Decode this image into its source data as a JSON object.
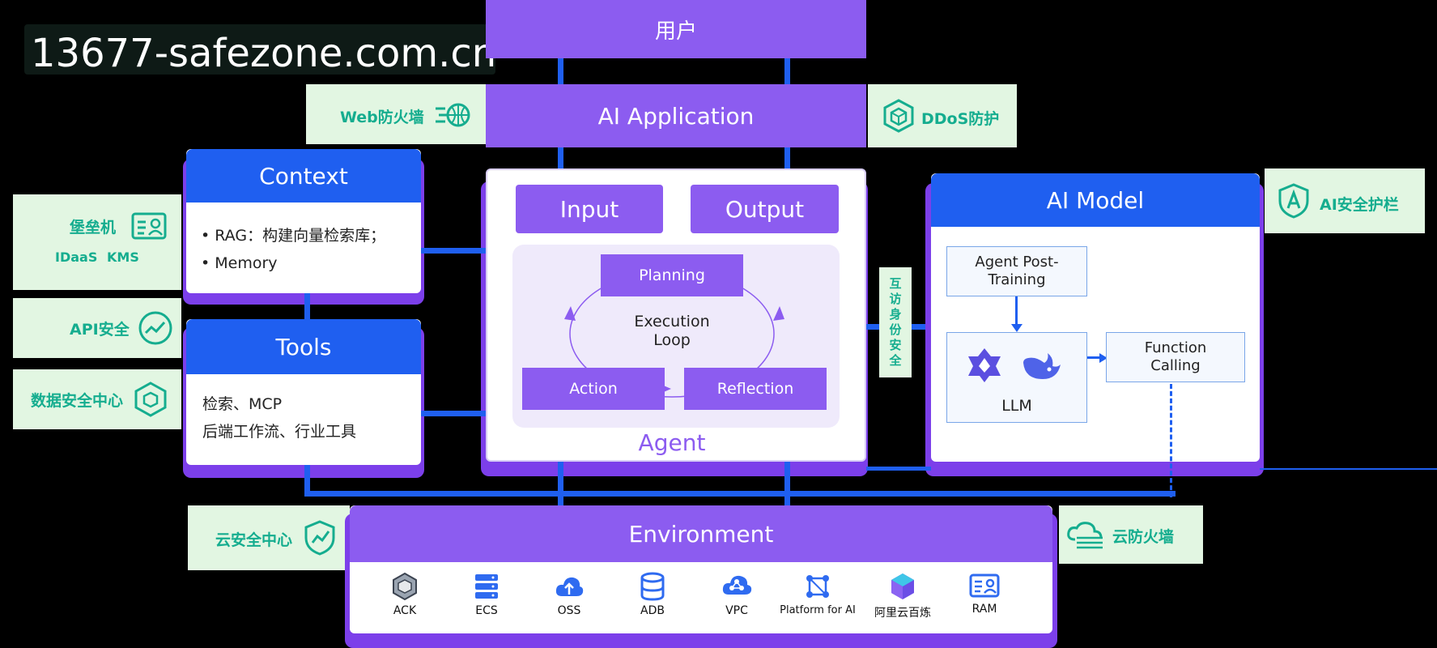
{
  "watermark": "13677-safezone.com.cn",
  "user": "用户",
  "ai_application": "AI Application",
  "waf": "Web防火墙",
  "ddos": "DDoS防护",
  "context": {
    "title": "Context",
    "items": [
      "RAG：构建向量检索库；",
      "Memory"
    ]
  },
  "tools": {
    "title": "Tools",
    "items": [
      "检索、MCP",
      "后端工作流、行业工具"
    ]
  },
  "left_badges": {
    "bastion": "堡垒机",
    "idaas": "IDaaS",
    "kms": "KMS",
    "api_security": "API安全",
    "data_security": "数据安全中心"
  },
  "agent": {
    "input": "Input",
    "output": "Output",
    "planning": "Planning",
    "execution_loop_1": "Execution",
    "execution_loop_2": "Loop",
    "action": "Action",
    "reflection": "Reflection",
    "label": "Agent"
  },
  "mutual_auth": [
    "互",
    "访",
    "身",
    "份",
    "安",
    "全"
  ],
  "ai_model": {
    "title": "AI Model",
    "post_training_1": "Agent Post-",
    "post_training_2": "Training",
    "llm": "LLM",
    "function_calling_1": "Function",
    "function_calling_2": "Calling"
  },
  "ai_guardrail": "AI安全护栏",
  "cloud_security_center": "云安全中心",
  "cloud_firewall": "云防火墙",
  "environment": {
    "title": "Environment",
    "items": [
      "ACK",
      "ECS",
      "OSS",
      "ADB",
      "VPC",
      "Platform for AI",
      "阿里云百炼",
      "RAM"
    ]
  },
  "colors": {
    "purple": "#8c5cf0",
    "blue": "#1f5ff0",
    "green_bg": "#e2f6e2",
    "green_text": "#15ad8f"
  }
}
